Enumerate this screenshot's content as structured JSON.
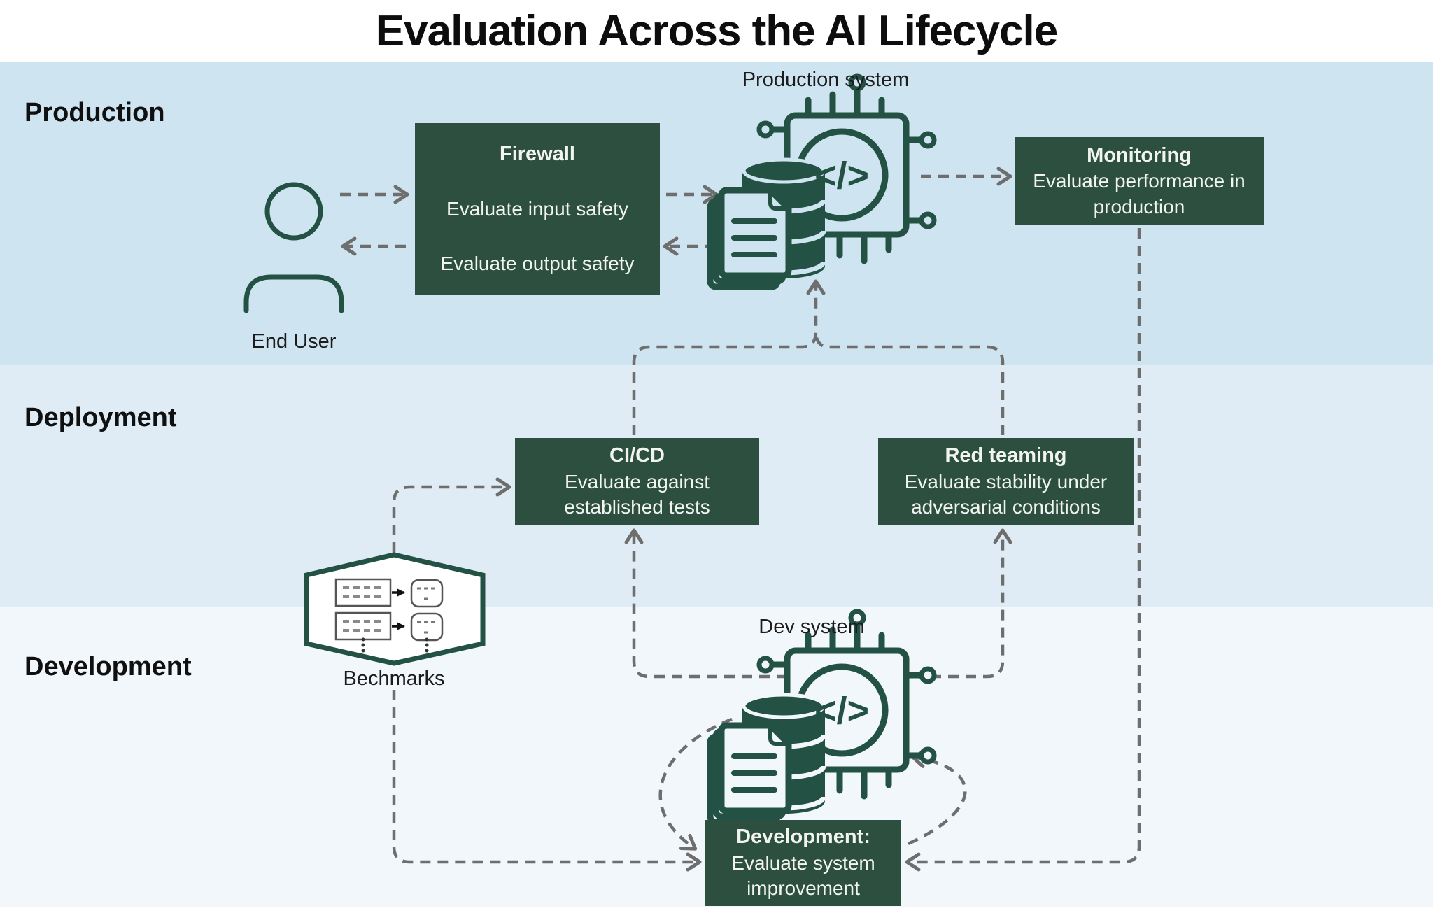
{
  "title": "Evaluation Across the AI Lifecycle",
  "colors": {
    "box_green": "#2d4f3f",
    "icon_green": "#235244",
    "band_production": "#cfe4f1",
    "band_deployment": "#dfecf5",
    "band_development": "#f2f7fc",
    "connector_gray": "#6e6e6e"
  },
  "bands": {
    "production": {
      "label": "Production"
    },
    "deployment": {
      "label": "Deployment"
    },
    "development": {
      "label": "Development"
    }
  },
  "nodes": {
    "end_user": {
      "label": "End User"
    },
    "firewall": {
      "title": "Firewall",
      "line1": "Evaluate input safety",
      "line2": "Evaluate output safety"
    },
    "production_system": {
      "label": "Production system"
    },
    "monitoring": {
      "title": "Monitoring",
      "body": "Evaluate performance in production"
    },
    "cicd": {
      "title": "CI/CD",
      "body": "Evaluate against established tests"
    },
    "red_teaming": {
      "title": "Red teaming",
      "body": "Evaluate stability under adversarial conditions"
    },
    "benchmarks": {
      "label": "Bechmarks"
    },
    "dev_system": {
      "label": "Dev system"
    },
    "development_box": {
      "title": "Development:",
      "body": "Evaluate system improvement"
    }
  },
  "icon_glyphs": {
    "code": "</>"
  }
}
